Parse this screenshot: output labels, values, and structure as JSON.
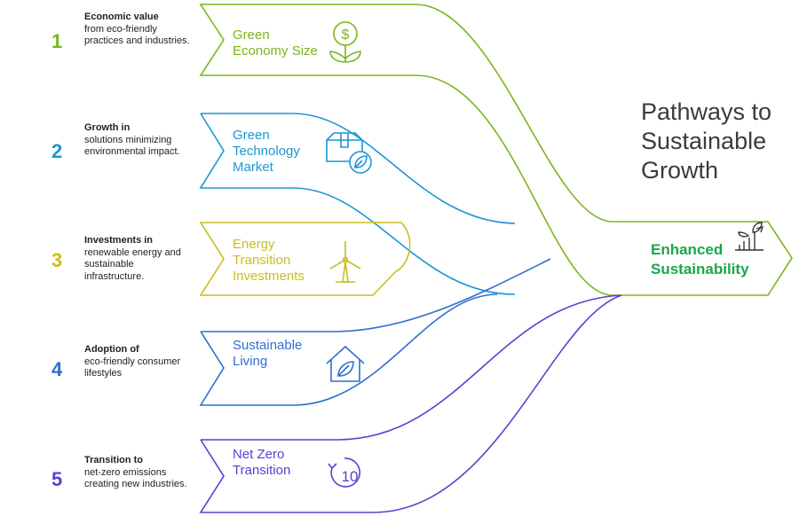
{
  "title": "Pathways to\nSustainable\nGrowth",
  "output": {
    "label": "Enhanced\nSustainability",
    "color": "#1aa64a",
    "icon": "growth-plant-icon"
  },
  "stages": [
    {
      "number": "1",
      "label": "Green\nEconomy Size",
      "desc_bold": "Economic value",
      "desc_rest": "from eco-friendly practices and industries.",
      "color": "#7ab51d",
      "icon": "money-plant-icon"
    },
    {
      "number": "2",
      "label": "Green\nTechnology\nMarket",
      "desc_bold": "Growth in",
      "desc_rest": "solutions minimizing environmental impact.",
      "color": "#1a96d4",
      "icon": "eco-box-icon"
    },
    {
      "number": "3",
      "label": "Energy\nTransition\nInvestments",
      "desc_bold": "Investments in",
      "desc_rest": "renewable energy and sustainable infrastructure.",
      "color": "#c9be1c",
      "icon": "wind-turbine-icon"
    },
    {
      "number": "4",
      "label": "Sustainable\nLiving",
      "desc_bold": "Adoption of",
      "desc_rest": "eco-friendly consumer lifestyles",
      "color": "#2f6fd1",
      "icon": "eco-house-icon"
    },
    {
      "number": "5",
      "label": "Net Zero\nTransition",
      "desc_bold": "Transition to",
      "desc_rest": "net-zero emissions creating new industries.",
      "color": "#5b3fd0",
      "icon": "countdown-10-icon"
    }
  ]
}
